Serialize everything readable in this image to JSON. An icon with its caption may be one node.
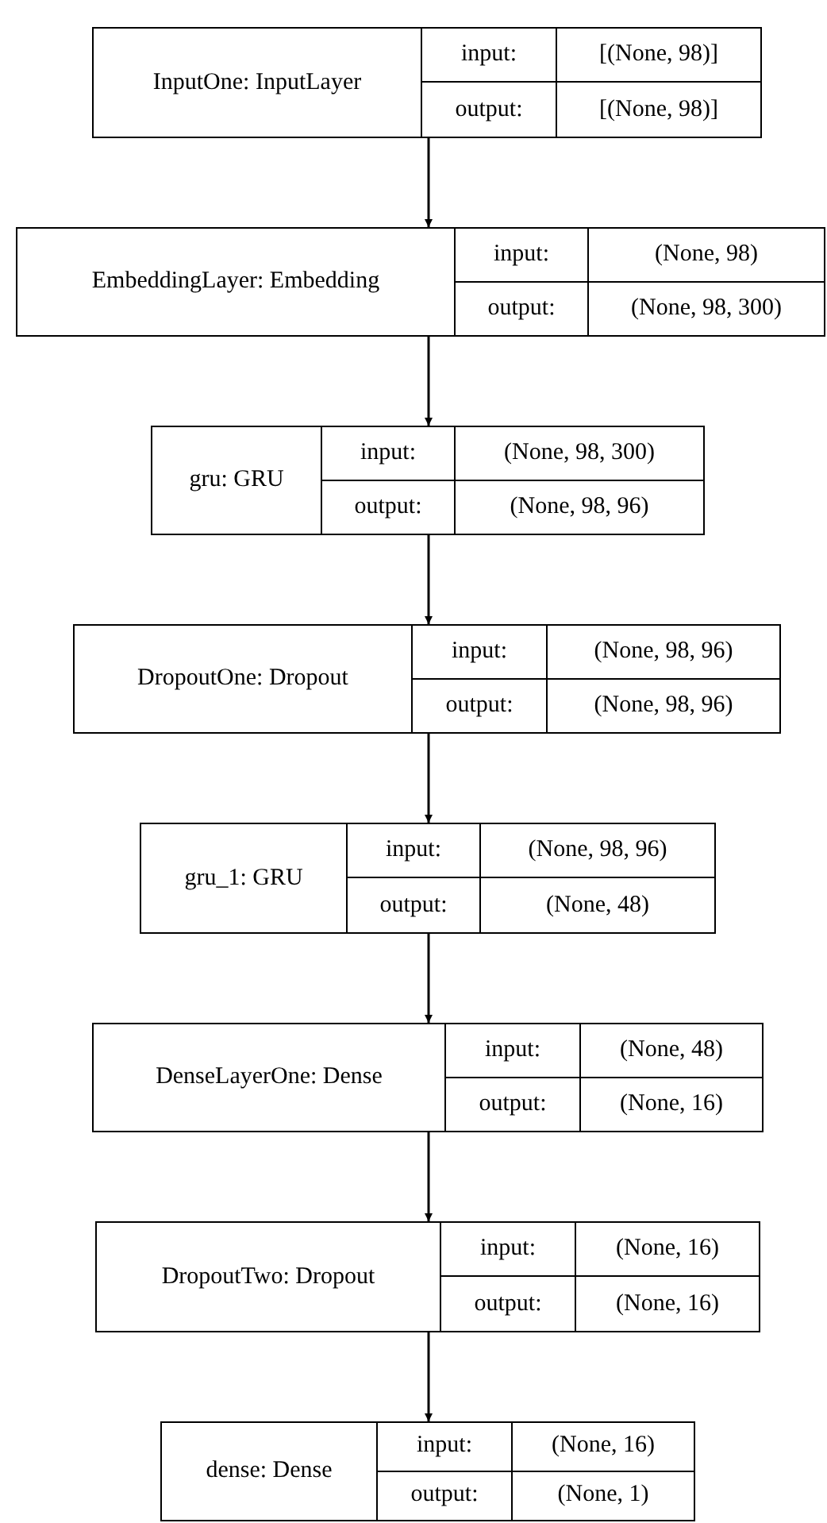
{
  "diagram": {
    "nodes": [
      {
        "text": [
          "InputOne: InputLayer",
          "input:",
          "[(None, 98)]",
          "output:",
          "[(None, 98)]"
        ]
      },
      {
        "text": [
          "EmbeddingLayer: Embedding",
          "input:",
          "(None, 98)",
          "output:",
          "(None, 98, 300)"
        ]
      },
      {
        "text": [
          "gru: GRU",
          "input:",
          "(None, 98, 300)",
          "output:",
          "(None, 98, 96)"
        ]
      },
      {
        "text": [
          "DropoutOne: Dropout",
          "input:",
          "(None, 98, 96)",
          "output:",
          "(None, 98, 96)"
        ]
      },
      {
        "text": [
          "gru_1: GRU",
          "input:",
          "(None, 98, 96)",
          "output:",
          "(None, 48)"
        ]
      },
      {
        "text": [
          "DenseLayerOne: Dense",
          "input:",
          "(None, 48)",
          "output:",
          "(None, 16)"
        ]
      },
      {
        "text": [
          "DropoutTwo: Dropout",
          "input:",
          "(None, 16)",
          "output:",
          "(None, 16)"
        ]
      },
      {
        "text": [
          "dense: Dense",
          "input:",
          "(None, 16)",
          "output:",
          "(None, 1)"
        ]
      }
    ],
    "edges": [
      {
        "from": 0,
        "to": 1,
        "arrow": "to"
      },
      {
        "from": 1,
        "to": 2,
        "arrow": "to"
      },
      {
        "from": 2,
        "to": 3,
        "arrow": "to"
      },
      {
        "from": 3,
        "to": 4,
        "arrow": "to"
      },
      {
        "from": 4,
        "to": 5,
        "arrow": "to"
      },
      {
        "from": 5,
        "to": 6,
        "arrow": "to"
      },
      {
        "from": 6,
        "to": 7,
        "arrow": "to"
      }
    ]
  }
}
